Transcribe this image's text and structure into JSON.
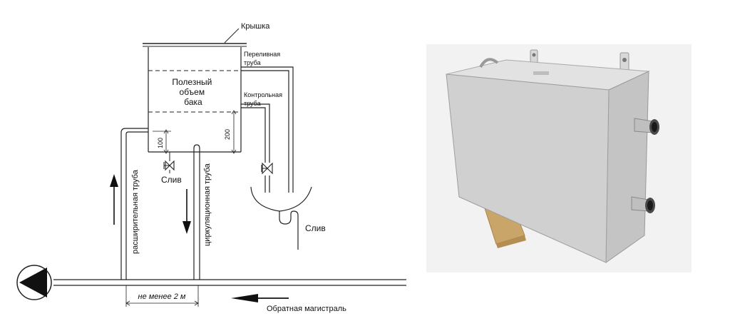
{
  "diagram": {
    "labels": {
      "lid": "Крышка",
      "overflow_pipe": "Переливная труба",
      "useful_volume": "Полезный объем бака",
      "control_pipe": "Контрольная труба",
      "dim_100": "100",
      "dim_200": "200",
      "drain_left": "Слив",
      "drain_right": "Слив",
      "expansion_pipe": "расширительная труба",
      "circulation_pipe": "циркуляционная труба",
      "min_distance": "не менее 2 м",
      "return_main": "Обратная магистраль"
    }
  },
  "photo": {
    "colors": {
      "background": "#f2f2f2",
      "tank_body": "#cfcfcf",
      "wood_block": "#c9a56a"
    }
  }
}
